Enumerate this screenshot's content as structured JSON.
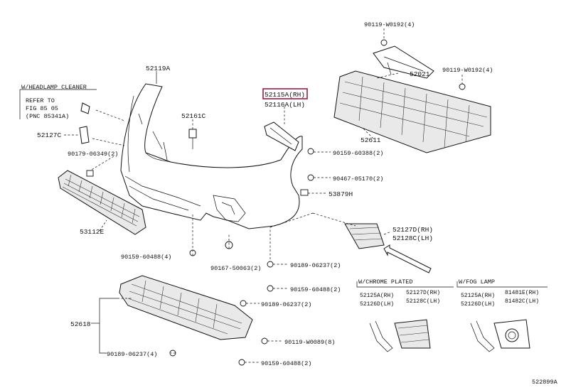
{
  "diagram_id": "522899A",
  "highlight_color": "#9a1b4b",
  "notes": {
    "headlamp_cleaner": "W/HEADLAMP CLEANER",
    "refer_to": "REFER TO",
    "fig": "FIG 85 05",
    "pnc": "(PNC 85341A)",
    "chrome": "W/CHROME PLATED",
    "fog": "W/FOG LAMP"
  },
  "labels": {
    "p52119A": "52119A",
    "p52161C": "52161C",
    "p52127C": "52127C",
    "p90179_06349": "90179-06349(2)",
    "p53112E": "53112E",
    "p90159_60488_4": "90159-60488(4)",
    "p90167_50063": "90167-50063(2)",
    "p52115A": "52115A(RH)",
    "p52116A": "52116A(LH)",
    "p90159_60388": "90159-60388(2)",
    "p90467_05170": "90467-05170(2)",
    "p53879H": "53879H",
    "p90119_W0192_a": "90119-W0192(4)",
    "p52021": "52021",
    "p90119_W0192_b": "90119-W0192(4)",
    "p52611": "52611",
    "p52127D": "52127D(RH)",
    "p52128C": "52128C(LH)",
    "p90189_06237_a": "90189-06237(2)",
    "p90159_60488_2a": "90159-60488(2)",
    "p90189_06237_b": "90189-06237(2)",
    "p52618": "52618",
    "p90189_06237_4": "90189-06237(4)",
    "p90119_W0089": "90119-W0089(8)",
    "p90159_60488_2b": "90159-60488(2)",
    "c52125A": "52125A(RH)",
    "c52126D": "52126D(LH)",
    "c52127D": "52127D(RH)",
    "c52128C": "52128C(LH)",
    "f52125A": "52125A(RH)",
    "f52126D": "52126D(LH)",
    "f81481E": "81481E(RH)",
    "f81482C": "81482C(LH)"
  }
}
